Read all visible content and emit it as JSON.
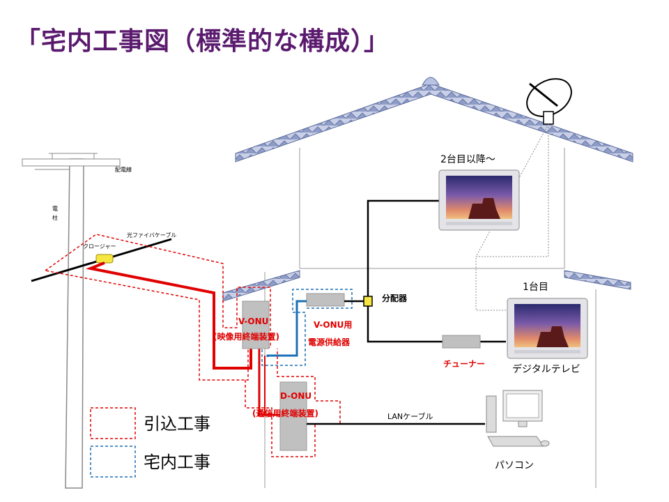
{
  "title": "「宅内工事図（標準的な構成）」",
  "labels": {
    "haidensen": "配電線",
    "denchu_1": "電",
    "denchu_2": "柱",
    "hikari_cable": "光ファイバケーブル",
    "closure": "クロージャー",
    "v_onu": "V-ONU",
    "v_onu_sub": "(映像用終端装置)",
    "power_supply_1": "V-ONU用",
    "power_supply_2": "電源供給器",
    "splitter": "分配器",
    "tuner": "チューナー",
    "tv2": "2台目以降〜",
    "tv1": "1台目",
    "digital_tv": "デジタルテレビ",
    "d_onu": "D-ONU",
    "d_onu_sub": "(通信用終端装置)",
    "lan_cable": "LANケーブル",
    "pc": "パソコン"
  },
  "legend": {
    "items": [
      {
        "label": "引込工事",
        "color": "#e00000"
      },
      {
        "label": "宅内工事",
        "color": "#1a6fb5"
      }
    ]
  },
  "colors": {
    "title": "#5a1a6e",
    "drop_work": "#e00000",
    "indoor_work": "#1a6fb5",
    "device_gray": "#c0c0c0",
    "roof_tile": "#8e9cc8"
  }
}
